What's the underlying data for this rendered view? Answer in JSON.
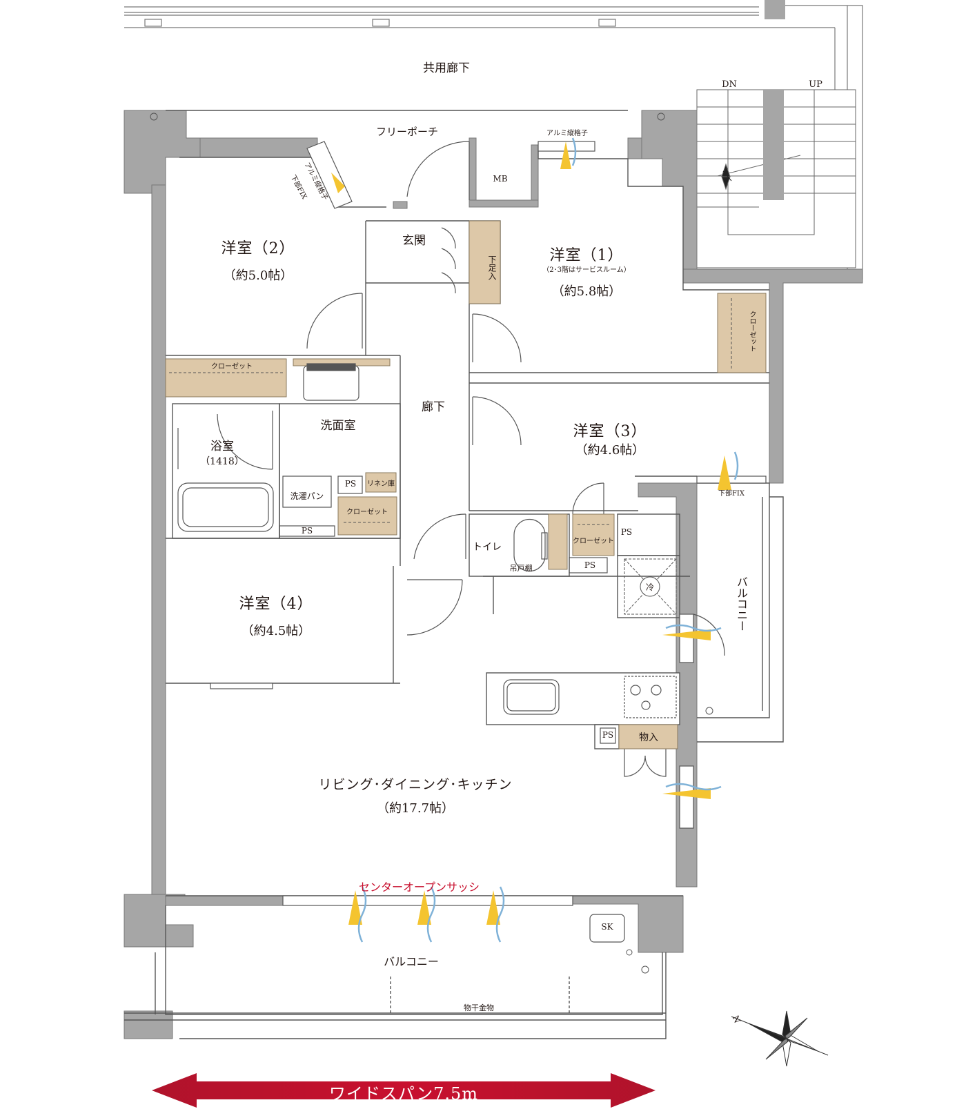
{
  "labels": {
    "common_corridor": "共用廊下",
    "free_porch": "フリーポーチ",
    "alumi_lattice_top": "アルミ縦格子",
    "alumi_lattice_left": "アルミ縦格子",
    "lower_fix_left": "下部FIX",
    "mb": "MB",
    "entrance": "玄関",
    "shoe_box": "下足入",
    "room1_name": "洋室（1）",
    "room1_note": "（2･3階はサービスルーム）",
    "room1_area": "（約5.8帖）",
    "room2_name": "洋室（2）",
    "room2_area": "（約5.0帖）",
    "room3_name": "洋室（3）",
    "room3_area": "（約4.6帖）",
    "room4_name": "洋室（4）",
    "room4_area": "（約4.5帖）",
    "closet": "クローゼット",
    "closet_r1": "クローゼット",
    "closet_wash": "クローゼット",
    "closet_small": "クローゼット",
    "washroom": "洗面室",
    "bath": "浴室",
    "bath_size": "（1418）",
    "washer_pan": "洗濯パン",
    "ps": "PS",
    "linen": "リネン庫",
    "hallway": "廊下",
    "toilet": "トイレ",
    "hanging_shelf": "吊戸棚",
    "fridge": "冷",
    "balcony_side": "バルコニー",
    "lower_fix_right": "下部FIX",
    "storage": "物入",
    "ldk_name": "リビング･ダイニング･キッチン",
    "ldk_area": "（約17.7帖）",
    "center_sash": "センターオープンサッシ",
    "sk": "SK",
    "balcony_main": "バルコニー",
    "laundry_hardware": "物干金物",
    "dn": "DN",
    "up": "UP",
    "north": "N",
    "wide_span": "ワイドスパン7.5m"
  },
  "colors": {
    "wall": "#a6a6a6",
    "line": "#555555",
    "storage_fill": "#ddc8a8",
    "wind_yellow": "#f4c430",
    "wind_blue": "#7fb2d8",
    "span_red": "#b0132b"
  }
}
